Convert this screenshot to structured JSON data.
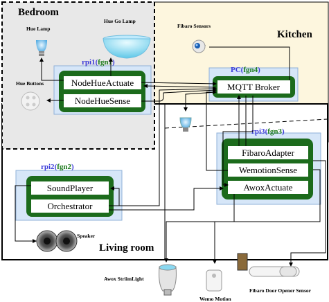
{
  "rooms": {
    "bedroom": "Bedroom",
    "kitchen": "Kitchen",
    "living_room": "Living room"
  },
  "devices": {
    "hue_lamp": "Hue Lamp",
    "hue_go_lamp": "Hue Go Lamp",
    "hue_buttons": "Hue Buttons",
    "fibaro_sensors": "Fibaro Sensors",
    "speaker": "Speaker",
    "awox_striim_light": "Awox StriimLight",
    "wemo_motion": "Wemo Motion",
    "fibaro_door_opener": "Fibaro Door Opener Sensor"
  },
  "hosts": {
    "rpi1": {
      "name": "rpi1",
      "fgn": "fgn1",
      "nodes": [
        "NodeHueActuate",
        "NodeHueSense"
      ]
    },
    "pc4": {
      "name": "PC",
      "fgn": "fgn4",
      "nodes": [
        "MQTT Broker"
      ]
    },
    "rpi2": {
      "name": "rpi2",
      "fgn": "fgn2",
      "nodes": [
        "SoundPlayer",
        "Orchestrator"
      ]
    },
    "rpi3": {
      "name": "rpi3",
      "fgn": "fgn3",
      "nodes": [
        "FibaroAdapter",
        "WemotionSense",
        "AwoxActuate"
      ]
    }
  },
  "colors": {
    "host_name": "#3b3bd9",
    "fgn": "#1a7a1a",
    "node_frame": "#1c6b1c",
    "host_bg": "#d6e6f8",
    "bedroom_bg": "#e8e8e8",
    "kitchen_bg": "#fdf6de"
  }
}
